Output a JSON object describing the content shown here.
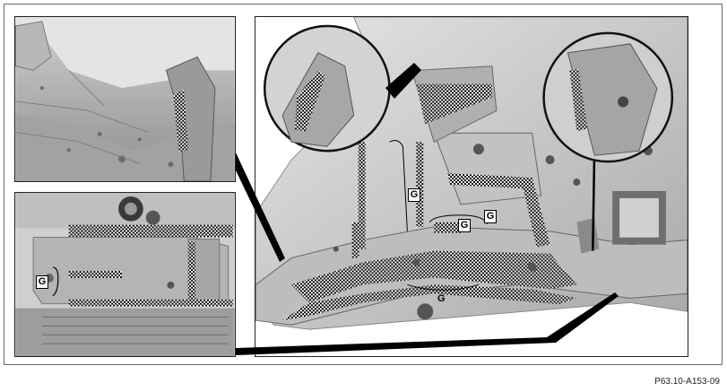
{
  "figure": {
    "document_code": "P63.10-A153-09",
    "callout_labels": [
      {
        "id": "g1",
        "text": "G"
      },
      {
        "id": "g2",
        "text": "G"
      },
      {
        "id": "g3",
        "text": "G"
      },
      {
        "id": "g4",
        "text": "G"
      },
      {
        "id": "g5",
        "text": "G"
      }
    ]
  },
  "colors": {
    "panel_border": "#222222",
    "metal_light": "#d9d9d9",
    "metal_mid": "#b3b3b3",
    "metal_dark": "#7d7d7d",
    "seam_outline": "#000000"
  }
}
